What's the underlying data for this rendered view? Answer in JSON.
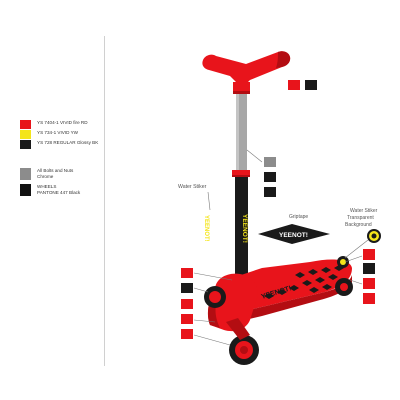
{
  "legend": {
    "items": [
      {
        "label": "YS 7404-1 VIVID fire RD",
        "color": "#e8141b"
      },
      {
        "label": "YS 734-1 VIVID YW",
        "color": "#f4e51a"
      },
      {
        "label": "YS 728 REGULAR Glossy BK",
        "color": "#1a1a1a"
      },
      {
        "label": "All Bolts and Nuts\nChrome",
        "color": "#8c8c8c"
      },
      {
        "label": "WHEELS\nPANTONE 447 Black",
        "color": "#111111"
      }
    ]
  },
  "callouts": {
    "water_stiker_left": "Water Stiker",
    "griptape": "Griptape",
    "water_stiker_right_line1": "Water Stiker",
    "water_stiker_right_line2": "Transparent",
    "water_stiker_right_line3": "Background"
  },
  "brand": {
    "stem_sticker": "YEENOT!",
    "diamond_sticker": "YEENOT!",
    "deck_logo": "YEENOT!",
    "side_sticker": "YEENOT!"
  },
  "colors": {
    "red": "#e8141b",
    "dark_red": "#b30d12",
    "yellow": "#f4e51a",
    "black": "#1a1a1a",
    "grey": "#8c8c8c"
  }
}
